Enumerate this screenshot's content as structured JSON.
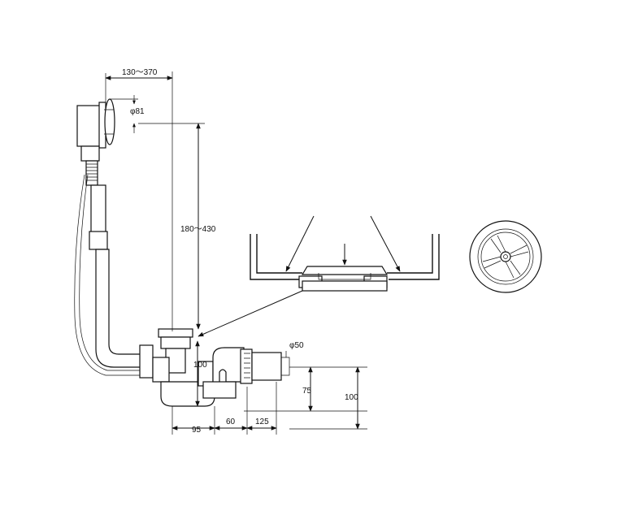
{
  "dimensions": {
    "overflow_reach": "130～370",
    "overflow_diameter": "φ81",
    "overflow_height": "180～430",
    "drain_height": "100",
    "outlet_diameter": "φ50",
    "outlet_height_75": "75",
    "outlet_height_100": "100",
    "spacing_95": "95",
    "spacing_60": "60",
    "spacing_125": "125"
  },
  "colors": {
    "line": "#111111",
    "background": "#ffffff"
  }
}
